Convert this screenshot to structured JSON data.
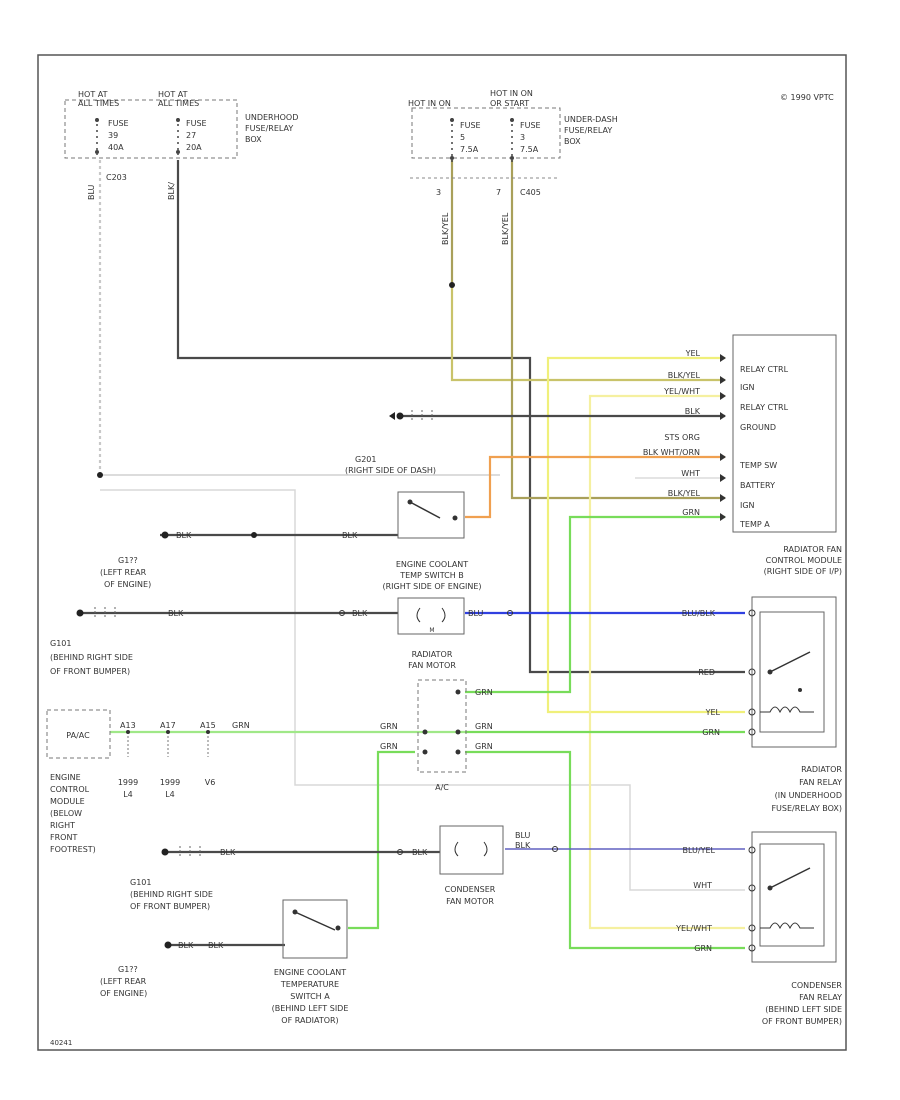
{
  "copyright": "© 1990 VPTC",
  "footer_code": "40241",
  "colors": {
    "black": "#4a4a4a",
    "yellow": "#f0f07a",
    "gray_wire": "#d8d8d8",
    "olive": "#a9a05a",
    "orange": "#f0a050",
    "green": "#78dc5a",
    "blue": "#3040e0",
    "border": "#555555"
  },
  "fusebox_left": {
    "hot1": [
      "HOT AT",
      "ALL TIMES"
    ],
    "hot2": [
      "HOT AT",
      "ALL TIMES"
    ],
    "fuse1": [
      "FUSE",
      "39",
      "40A"
    ],
    "fuse2": [
      "FUSE",
      "27",
      "20A"
    ],
    "label": [
      "UNDERHOOD",
      "FUSE/RELAY",
      "BOX"
    ],
    "connector": "C203",
    "wire1": "BLU",
    "wire2": "BLK/"
  },
  "fusebox_right": {
    "hot1": "HOT IN ON",
    "hot2": [
      "HOT IN ON",
      "OR START"
    ],
    "fuse1": [
      "FUSE",
      "5",
      "7.5A"
    ],
    "fuse2": [
      "FUSE",
      "3",
      "7.5A"
    ],
    "label": [
      "UNDER-DASH",
      "FUSE/RELAY",
      "BOX"
    ],
    "pin1": "3",
    "pin2": "7",
    "connector": "C405",
    "wire1": "BLK/YEL",
    "wire2": "BLK/YEL"
  },
  "control_module": {
    "pins": [
      "RELAY CTRL",
      "IGN",
      "RELAY CTRL",
      "GROUND",
      "",
      "TEMP SW",
      "BATTERY",
      "IGN",
      "TEMP A"
    ],
    "label": [
      "RADIATOR FAN",
      "CONTROL MODULE",
      "(RIGHT SIDE OF I/P)"
    ]
  },
  "module_wires": [
    "YEL",
    "BLK/YEL",
    "YEL/WHT",
    "BLK",
    "STS  ORG",
    "BLK  WHT/ORN",
    "WHT",
    "BLK/YEL",
    "GRN"
  ],
  "ground_g201": [
    "G201",
    "(RIGHT SIDE OF DASH)"
  ],
  "switch_b": {
    "label": [
      "ENGINE COOLANT",
      "TEMP SWITCH B",
      "(RIGHT SIDE OF ENGINE)"
    ],
    "wire": "BLK"
  },
  "g1_ground": {
    "wire": "BLK",
    "label": [
      "G1??",
      "(LEFT REAR",
      "OF ENGINE)"
    ]
  },
  "g101": {
    "label": [
      "G101",
      "(BEHIND RIGHT SIDE",
      "OF FRONT BUMPER)"
    ],
    "wire": "BLK"
  },
  "radiator_fan_motor": {
    "label": [
      "RADIATOR",
      "FAN MOTOR"
    ],
    "wire_left": "BLK",
    "wire_right": "BLU"
  },
  "radiator_relay": {
    "wires": [
      "BLU/BLK",
      "RED",
      "YEL",
      "GRN"
    ],
    "label": [
      "RADIATOR",
      "FAN RELAY",
      "(IN UNDERHOOD",
      "FUSE/RELAY BOX)"
    ]
  },
  "ecm": {
    "box": "PA/AC",
    "pins": [
      "A13",
      "A17",
      "A15"
    ],
    "wire": "GRN",
    "variants": [
      "1999",
      "1999",
      "V6"
    ],
    "variants2": [
      "L4",
      "L4",
      ""
    ],
    "label": [
      "ENGINE",
      "CONTROL",
      "MODULE",
      "(BELOW",
      "RIGHT",
      "FRONT",
      "FOOTREST)"
    ]
  },
  "ac_junction": {
    "label": "A/C",
    "wires": [
      "GRN",
      "GRN",
      "GRN",
      "GRN",
      "GRN"
    ]
  },
  "condenser_motor": {
    "label": [
      "CONDENSER",
      "FAN MOTOR"
    ],
    "wire_left": "BLK",
    "wire_right": [
      "BLU",
      "BLK"
    ]
  },
  "g101b": {
    "label": [
      "G101",
      "(BEHIND RIGHT SIDE",
      "OF FRONT BUMPER)"
    ],
    "wire": "BLK"
  },
  "switch_a": {
    "label": [
      "ENGINE COOLANT",
      "TEMPERATURE",
      "SWITCH A",
      "(BEHIND LEFT SIDE",
      "OF RADIATOR)"
    ],
    "wire": "BLK"
  },
  "g1_ground_b": {
    "wire": "BLK",
    "label": [
      "G1??",
      "(LEFT REAR",
      "OF ENGINE)"
    ]
  },
  "condenser_relay": {
    "wires": [
      "BLU/YEL",
      "WHT",
      "YEL/WHT",
      "GRN"
    ],
    "label": [
      "CONDENSER",
      "FAN RELAY",
      "(BEHIND LEFT SIDE",
      "OF FRONT BUMPER)"
    ]
  }
}
